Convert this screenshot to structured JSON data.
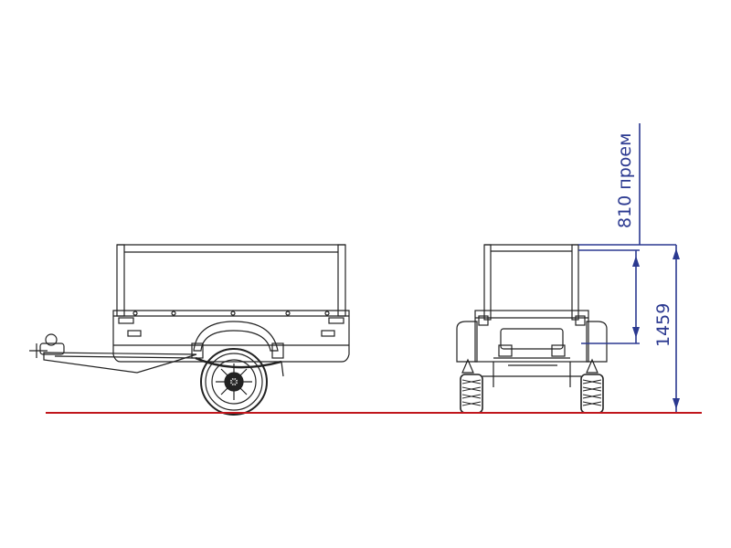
{
  "drawing": {
    "dimensions": {
      "opening_height": "810 проем",
      "total_height": "1459"
    },
    "colors": {
      "line": "#222222",
      "dimension": "#2b3990",
      "ground": "#c0161c"
    },
    "views": [
      "side-view",
      "rear-view"
    ]
  }
}
